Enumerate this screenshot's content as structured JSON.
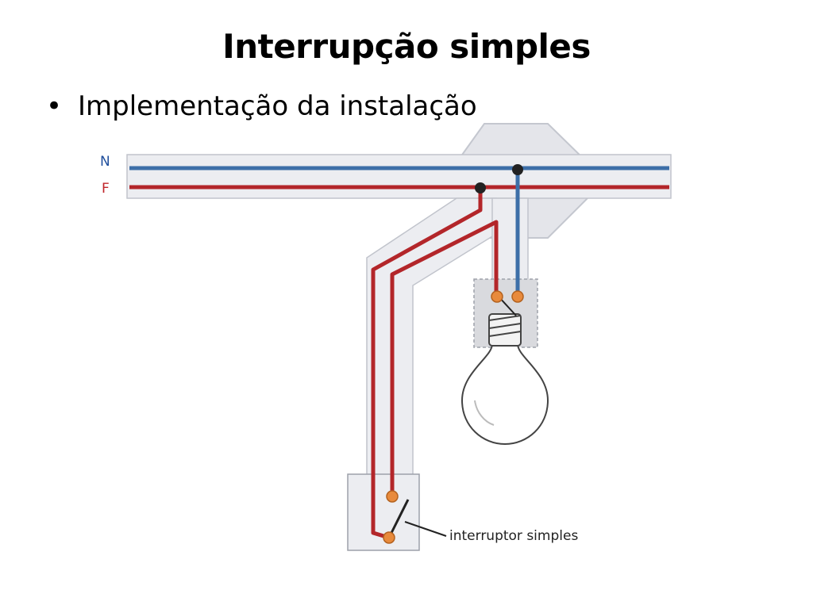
{
  "slide": {
    "title": "Interrupção simples",
    "bullet_text": "Implementação da instalação",
    "bullet_glyph": "•"
  },
  "diagram": {
    "neutral_label": "N",
    "phase_label": "F",
    "switch_label": "interruptor simples"
  },
  "colors": {
    "neutral_wire": "#3d6fa8",
    "phase_wire": "#b3262a",
    "neutral_label": "#1f4e9c",
    "phase_label": "#c0262a",
    "conduit_fill": "#e9eaee",
    "conduit_stroke": "#b8bcc4",
    "terminal": "#e88a3c",
    "junction": "#222222"
  },
  "icons": {
    "bulb": "light-bulb-icon",
    "switch": "switch-icon",
    "junction_box": "junction-box-icon"
  }
}
